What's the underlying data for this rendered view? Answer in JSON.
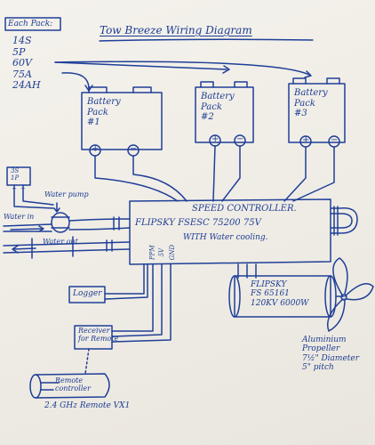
{
  "title": "Tow Breeze Wiring Diagram",
  "each_pack": {
    "heading": "Each Pack:",
    "specs": [
      "14S",
      "5P",
      "60V",
      "75A",
      "24AH"
    ]
  },
  "battery_packs": [
    {
      "lines": [
        "Battery",
        "Pack",
        "#1"
      ],
      "plus": "+",
      "minus": "−"
    },
    {
      "lines": [
        "Battery",
        "Pack",
        "#2"
      ],
      "plus": "+",
      "minus": "−"
    },
    {
      "lines": [
        "Battery",
        "Pack",
        "#3"
      ],
      "plus": "+",
      "minus": "−"
    }
  ],
  "small_battery": {
    "lines": [
      "3S",
      "1P"
    ],
    "plus": "+",
    "minus": "−"
  },
  "water_pump": {
    "label": "Water pump"
  },
  "water": {
    "in": "Water in",
    "out": "Water out"
  },
  "speed_controller": {
    "line1": "SPEED CONTROLLER.",
    "line2": "FLIPSKY FSESC 75200 75V",
    "line3": "WITH Water cooling."
  },
  "controller_ports": [
    "PPM",
    "5V",
    "GND"
  ],
  "logger": {
    "label": "Logger"
  },
  "receiver": {
    "lines": [
      "Receiver",
      "for Remote"
    ]
  },
  "remote": {
    "lines": [
      "Remote",
      "controller"
    ],
    "caption": "2.4 GHz Remote VX1"
  },
  "motor": {
    "lines": [
      "FLIPSKY",
      "FS 65161",
      "120KV 6000W"
    ]
  },
  "propeller": {
    "lines": [
      "Aluminium",
      "Propeller",
      "7½\" Diameter",
      "5\" pitch"
    ]
  }
}
